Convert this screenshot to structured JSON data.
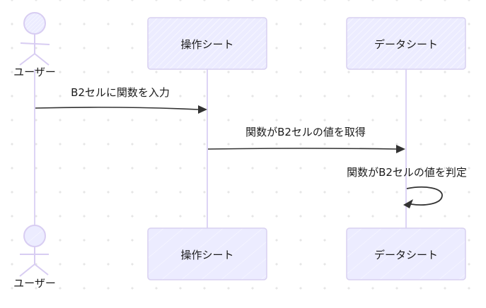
{
  "diagram": {
    "type": "sequence",
    "participants": [
      {
        "id": "user",
        "kind": "actor",
        "label": "ユーザー"
      },
      {
        "id": "op",
        "kind": "box",
        "label": "操作シート"
      },
      {
        "id": "data",
        "kind": "box",
        "label": "データシート"
      }
    ],
    "messages": [
      {
        "from": "user",
        "to": "op",
        "label": "B2セルに関数を入力"
      },
      {
        "from": "op",
        "to": "data",
        "label": "関数がB2セルの値を取得"
      },
      {
        "from": "data",
        "to": "data",
        "label": "関数がB2セルの値を判定"
      }
    ],
    "colors": {
      "participant_fill": "#ececff",
      "participant_stroke": "#d8d0f0",
      "lifeline": "#ddd4f5",
      "arrow": "#333333",
      "text": "#1a1a1a"
    }
  }
}
